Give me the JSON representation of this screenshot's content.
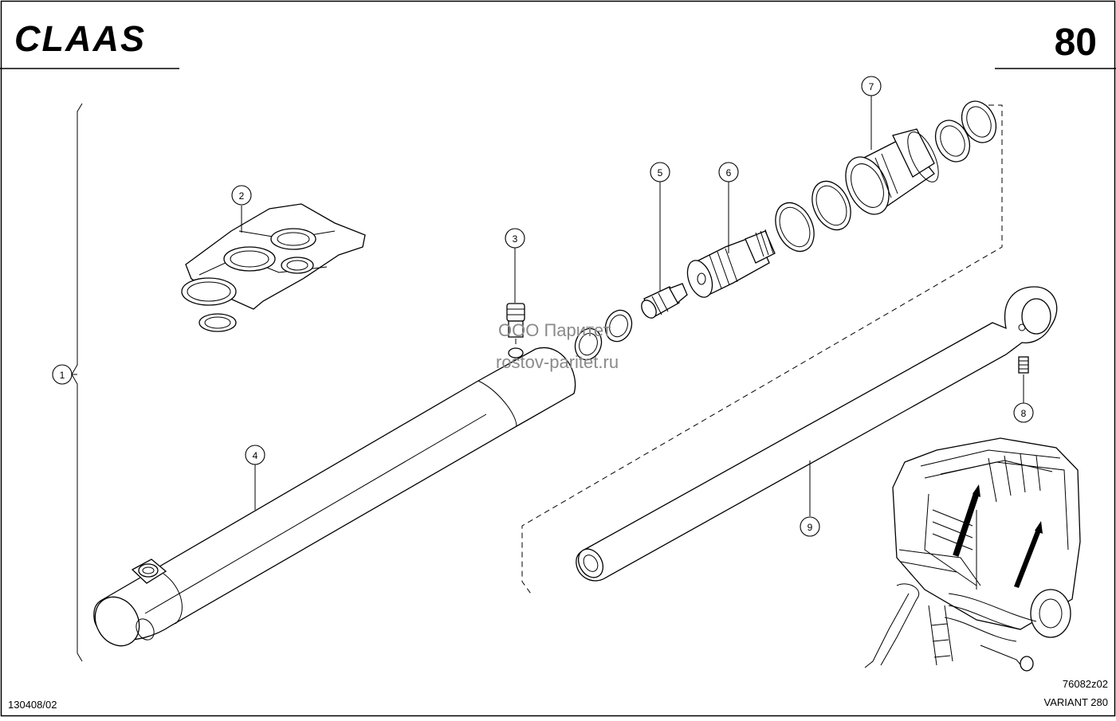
{
  "header": {
    "brand": "CLAAS",
    "page_number": "80"
  },
  "watermark": {
    "line1": "ООО Паритет",
    "line2": "rostov-paritet.ru"
  },
  "callouts": [
    "1",
    "2",
    "3",
    "4",
    "5",
    "6",
    "7",
    "8",
    "9"
  ],
  "footer": {
    "doc_code": "130408/02",
    "drawing_code": "76082z02",
    "model": "VARIANT 280"
  }
}
